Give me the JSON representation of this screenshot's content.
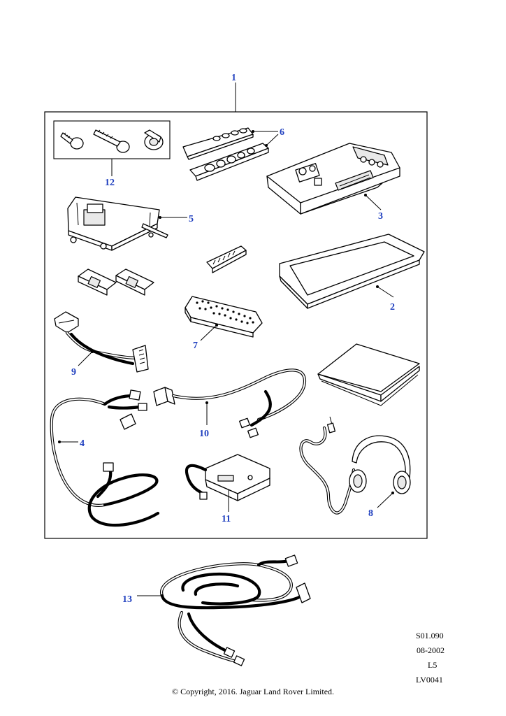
{
  "callouts": {
    "c1": "1",
    "c2": "2",
    "c3": "3",
    "c4": "4",
    "c5": "5",
    "c6": "6",
    "c7": "7",
    "c8": "8",
    "c9": "9",
    "c10": "10",
    "c11": "11",
    "c12": "12",
    "c13": "13"
  },
  "meta": {
    "code1": "S01.090",
    "date": "08-2002",
    "code2": "L5",
    "code3": "LV0041"
  },
  "copyright": "© Copyright, 2016. Jaguar Land Rover Limited.",
  "colors": {
    "callout": "#1f3fbf",
    "line": "#000000"
  }
}
